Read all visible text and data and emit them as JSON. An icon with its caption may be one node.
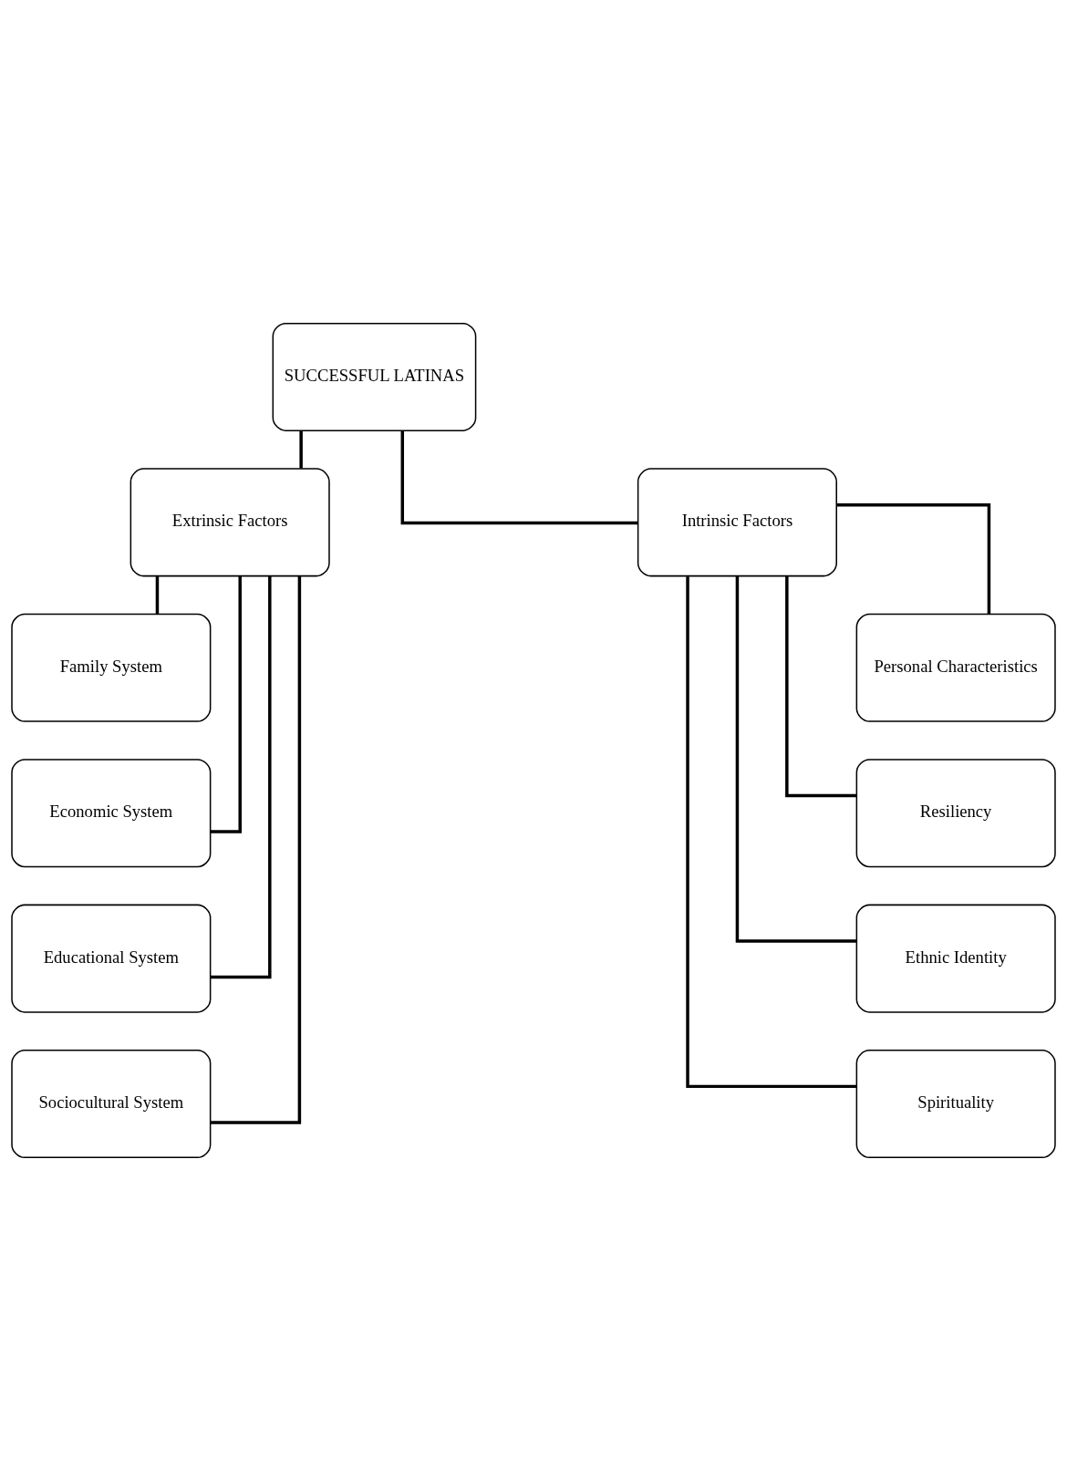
{
  "diagram": {
    "nodes": [
      {
        "text": [
          "SUCCESSFUL LATINAS"
        ]
      },
      {
        "text": [
          "Extrinsic Factors"
        ]
      },
      {
        "text": [
          "Intrinsic Factors"
        ]
      },
      {
        "text": [
          "Family System"
        ]
      },
      {
        "text": [
          "Economic System"
        ]
      },
      {
        "text": [
          "Educational System"
        ]
      },
      {
        "text": [
          "Sociocultural System"
        ]
      },
      {
        "text": [
          "Personal Characteristics"
        ]
      },
      {
        "text": [
          "Resiliency"
        ]
      },
      {
        "text": [
          "Ethnic Identity"
        ]
      },
      {
        "text": [
          "Spirituality"
        ]
      }
    ],
    "edges": [
      {
        "from": 0,
        "to": 1,
        "arrow": "none"
      },
      {
        "from": 0,
        "to": 2,
        "arrow": "none"
      },
      {
        "from": 1,
        "to": 3,
        "arrow": "none"
      },
      {
        "from": 1,
        "to": 4,
        "arrow": "none"
      },
      {
        "from": 1,
        "to": 5,
        "arrow": "none"
      },
      {
        "from": 1,
        "to": 6,
        "arrow": "none"
      },
      {
        "from": 2,
        "to": 7,
        "arrow": "none"
      },
      {
        "from": 2,
        "to": 8,
        "arrow": "none"
      },
      {
        "from": 2,
        "to": 9,
        "arrow": "none"
      },
      {
        "from": 2,
        "to": 10,
        "arrow": "none"
      }
    ]
  }
}
